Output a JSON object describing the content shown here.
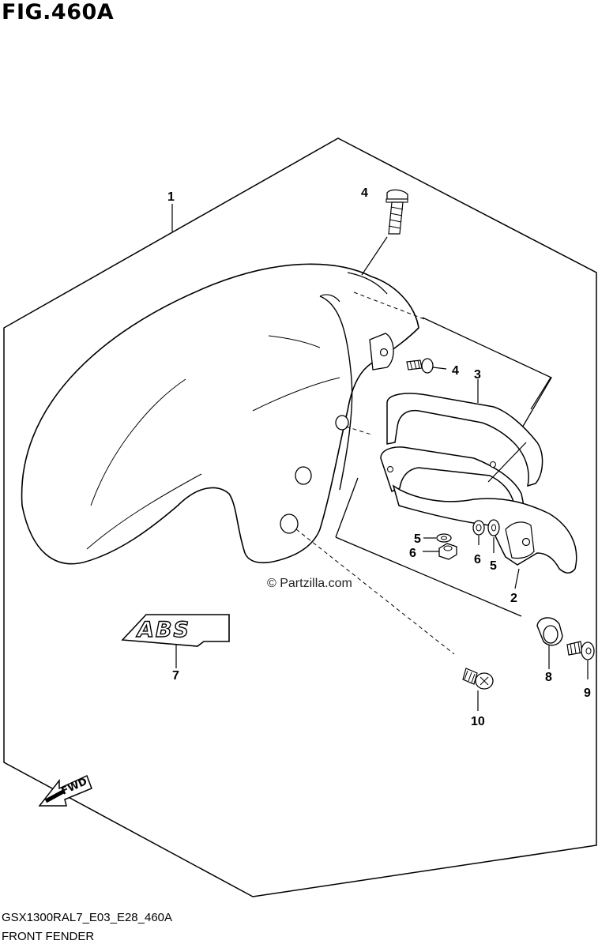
{
  "header": {
    "figure_title": "FIG.460A"
  },
  "footer": {
    "model_code": "GSX1300RAL7_E03_E28_460A",
    "section_name": "FRONT FENDER"
  },
  "watermark": {
    "text": "© Partzilla.com"
  },
  "callouts": {
    "c1": "1",
    "c2": "2",
    "c3": "3",
    "c4a": "4",
    "c4b": "4",
    "c5a": "5",
    "c5b": "5",
    "c6a": "6",
    "c6b": "6",
    "c7": "7",
    "c8": "8",
    "c9": "9",
    "c10": "10"
  },
  "decal": {
    "text": "ABS"
  },
  "direction_arrow": {
    "text": "FWD"
  }
}
